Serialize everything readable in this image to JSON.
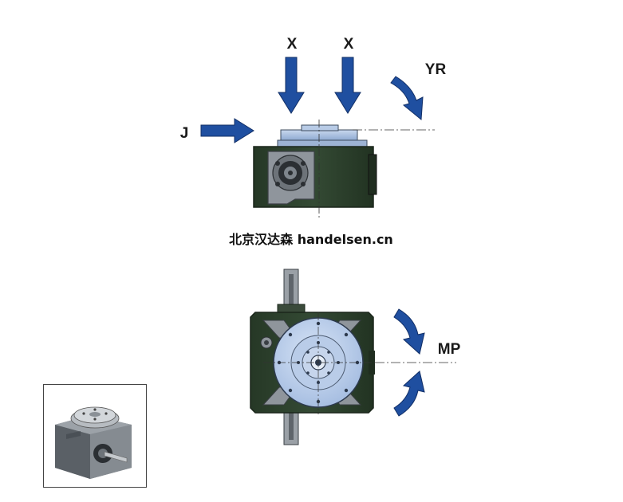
{
  "labels": {
    "x_left": "X",
    "x_right": "X",
    "yr": "YR",
    "j": "J",
    "mp": "MP"
  },
  "watermark": "北京汉达森 handelsen.cn",
  "colors": {
    "arrow_blue": "#1f4fa0",
    "housing_green": "#2c3f2c",
    "plate_blue": "#a8c2e8",
    "steel_gray": "#8a8f96"
  },
  "icons": {
    "force_arrow": "arrow-icon",
    "moment_arrow": "curved-arrow-icon"
  }
}
